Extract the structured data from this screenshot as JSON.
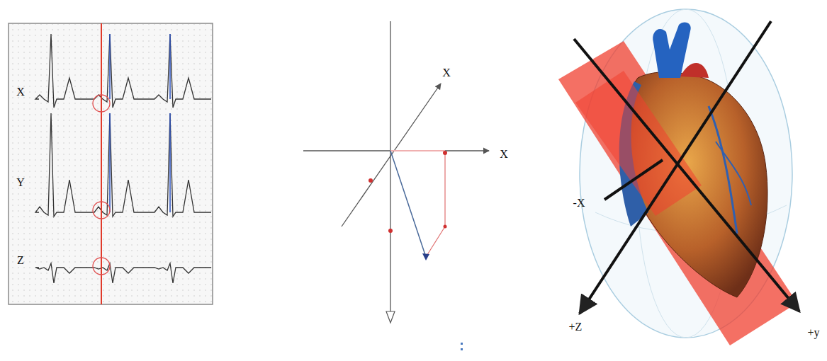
{
  "diagram": {
    "labels": [
      "X",
      "Y",
      "Z",
      "X",
      "X",
      "-X",
      "+Z",
      "+y"
    ]
  }
}
